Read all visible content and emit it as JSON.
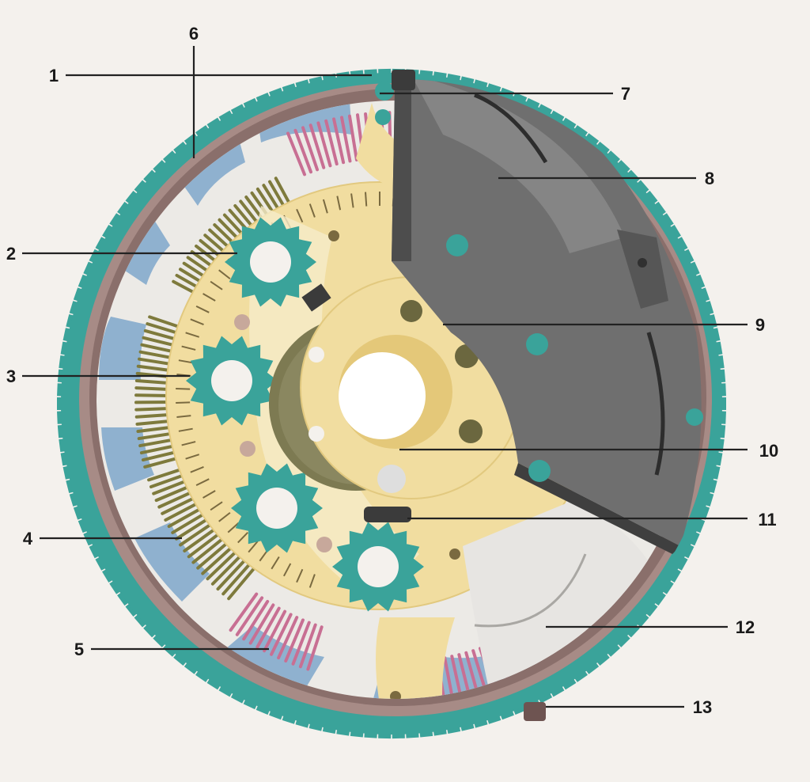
{
  "diagram": {
    "colors": {
      "background": "#f4f1ed",
      "ring_gear": "#3aa39a",
      "housing": "#a78b86",
      "housing_dark": "#6e5451",
      "inner_cavity": "#eceae6",
      "spring_seat": "#8fb1cf",
      "spring_pink": "#c86f93",
      "spring_olive": "#7e7a3c",
      "flange": "#f1dda0",
      "planet_gear": "#3aa39a",
      "hub": "#7d7a52",
      "cover_plate": "#6f6f6f",
      "cover_plate_light": "#9a9a9a",
      "friction_disc": "#e7e5e2"
    },
    "callouts": [
      {
        "num": "1"
      },
      {
        "num": "2"
      },
      {
        "num": "3"
      },
      {
        "num": "4"
      },
      {
        "num": "5"
      },
      {
        "num": "6"
      },
      {
        "num": "7"
      },
      {
        "num": "8"
      },
      {
        "num": "9"
      },
      {
        "num": "10"
      },
      {
        "num": "11"
      },
      {
        "num": "12"
      },
      {
        "num": "13"
      }
    ]
  }
}
